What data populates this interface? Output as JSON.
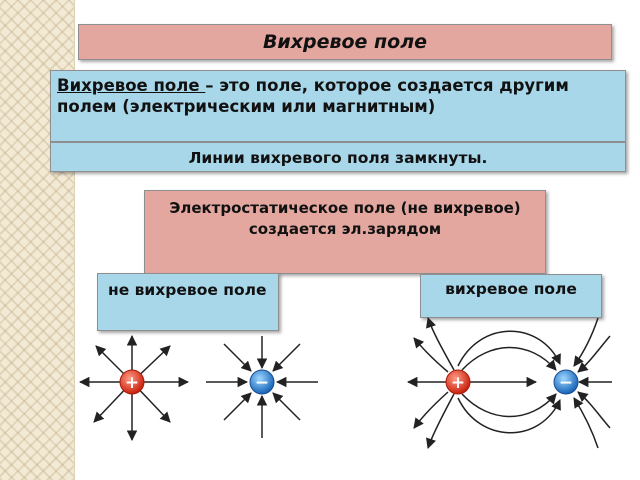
{
  "slide": {
    "title": "Вихревое поле",
    "definition": {
      "term": "Вихревое поле ",
      "rest": "– это поле, которое создается другим полем  (электрическим или магнитным)"
    },
    "closed_lines": "Линии вихревого поля замкнуты.",
    "electrostatic": "Электростатическое поле (не вихревое) создается эл.зарядом",
    "label_nonvortex": "не вихревое поле",
    "label_vortex": "вихревое поле"
  },
  "charges": {
    "positive_sign": "+",
    "negative_sign": "−",
    "positive_color": "#e03b25",
    "negative_color": "#2a8fd8"
  }
}
